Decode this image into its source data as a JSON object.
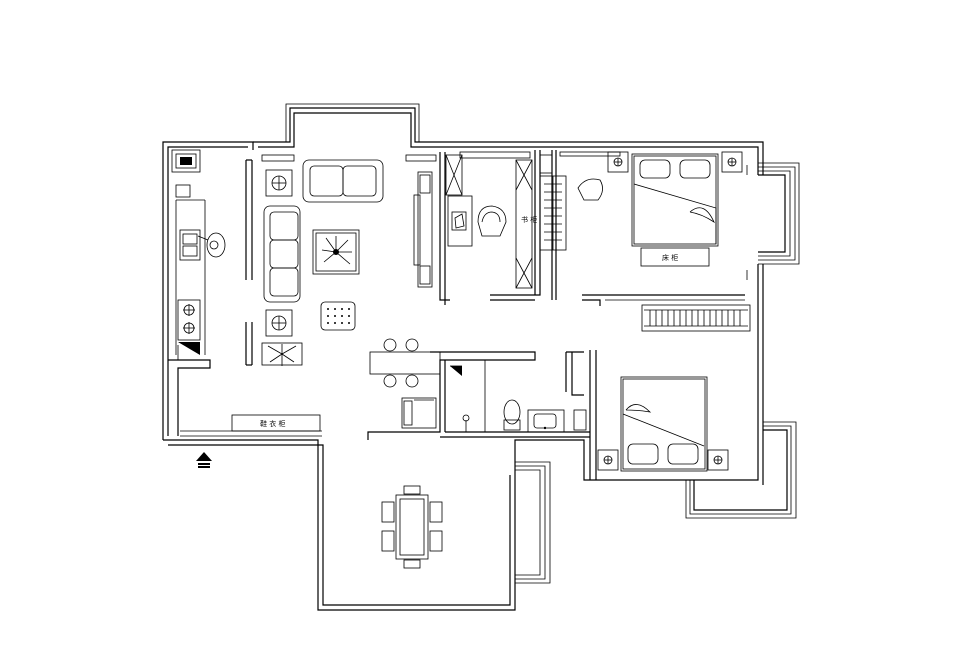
{
  "labels": {
    "shoe_cabinet": "鞋 衣 柜",
    "bookshelf": "书 柜",
    "wardrobe": "床 柜"
  },
  "entrance_marker": "entrance-arrow-icon",
  "colors": {
    "line": "#000000",
    "background": "#ffffff"
  }
}
